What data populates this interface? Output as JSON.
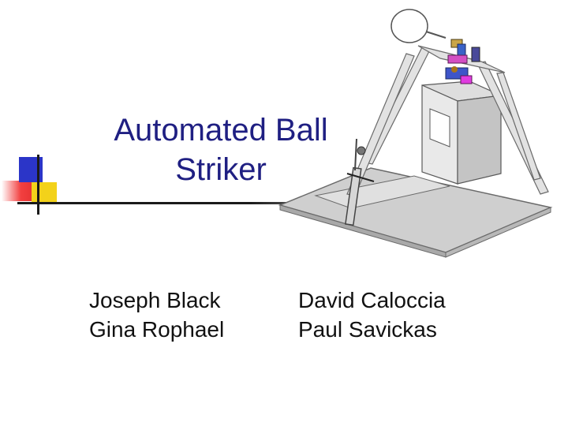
{
  "slide": {
    "title_line1": "Automated Ball",
    "title_line2": "Striker"
  },
  "authors": {
    "left": [
      "Joseph Black",
      "Gina Rophael"
    ],
    "right": [
      "David Caloccia",
      "Paul Savickas"
    ]
  },
  "colors": {
    "title": "#1f1f82",
    "accent_blue": "#2b35c8",
    "accent_yellow": "#f3d21a",
    "accent_red": "#e53030"
  },
  "illustration": {
    "icon": "ball-striker-machine-illustration"
  }
}
